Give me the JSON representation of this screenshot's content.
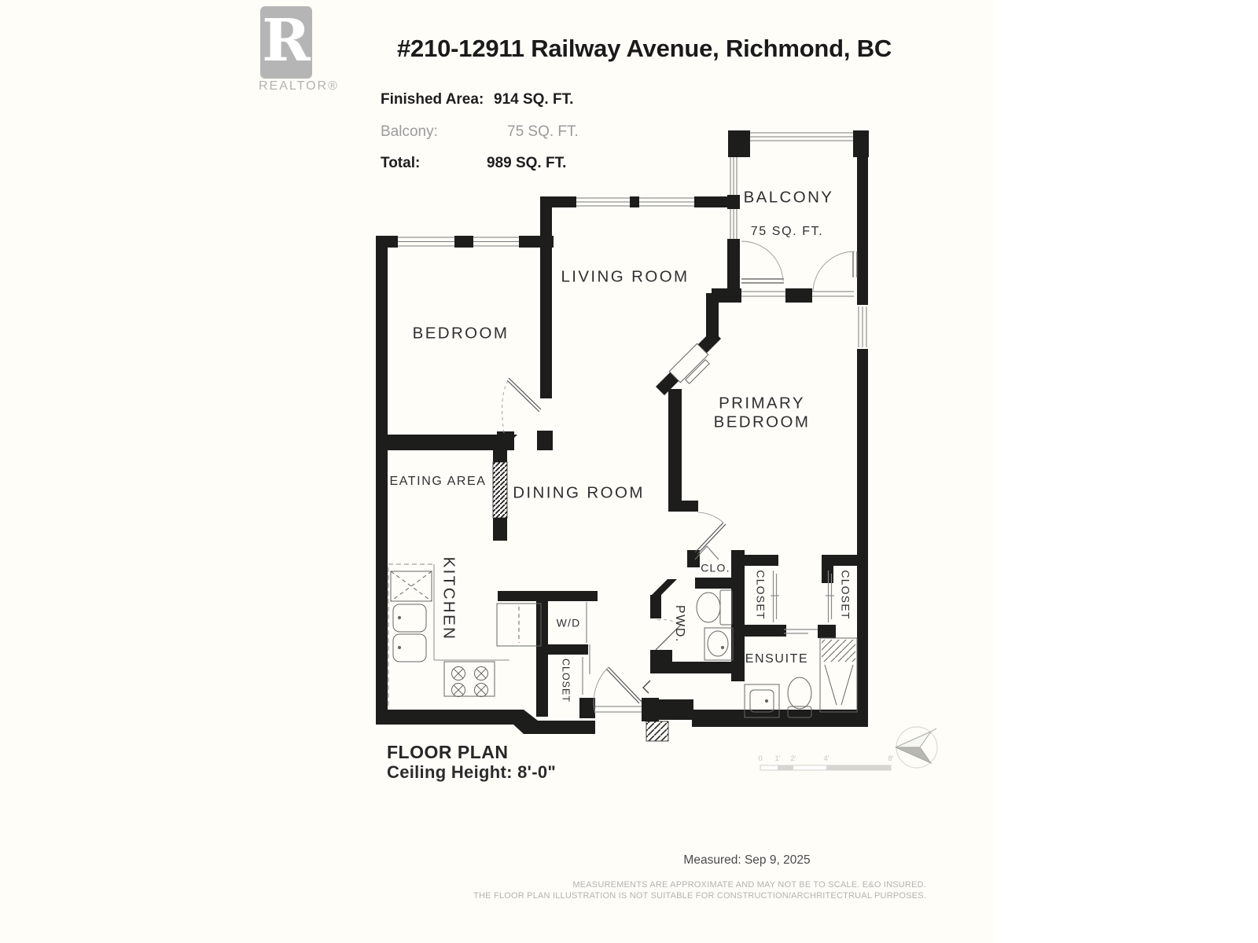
{
  "branding": {
    "logo_letter": "R",
    "logo_label": "REALTOR®"
  },
  "header": {
    "title": "#210-12911 Railway Avenue, Richmond, BC"
  },
  "areas": {
    "finished_label": "Finished Area:",
    "finished_value": "914 SQ. FT.",
    "balcony_label": "Balcony:",
    "balcony_value": "75 SQ. FT.",
    "total_label": "Total:",
    "total_value": "989 SQ. FT."
  },
  "floor_plan": {
    "rooms": {
      "balcony": "BALCONY",
      "balcony_area": "75 SQ. FT.",
      "living_room": "LIVING ROOM",
      "bedroom": "BEDROOM",
      "primary_line1": "PRIMARY",
      "primary_line2": "BEDROOM",
      "eating_area": "EATING AREA",
      "dining_room": "DINING ROOM",
      "kitchen": "KITCHEN",
      "washer_dryer": "W/D",
      "entry_closet": "CLOSET",
      "clo": "CLO.",
      "powder": "PWD.",
      "closet1": "CLOSET",
      "closet2": "CLOSET",
      "ensuite": "ENSUITE"
    },
    "scale_ticks": [
      "0",
      "1'",
      "2'",
      "4'",
      "8'"
    ],
    "footer_title": "FLOOR PLAN",
    "ceiling_height": "Ceiling Height: 8'-0\""
  },
  "footer": {
    "measured": "Measured: Sep 9, 2025",
    "disclaimer_line1": "MEASUREMENTS ARE APPROXIMATE AND MAY NOT BE TO SCALE. E&O INSURED.",
    "disclaimer_line2": "THE FLOOR PLAN ILLUSTRATION IS NOT SUITABLE FOR CONSTRUCTION/ARCHRITECTRUAL PURPOSES."
  },
  "colors": {
    "wall": "#1d1d1b",
    "page_bg": "#fffdf8",
    "accent_gray": "#b5b5b5"
  }
}
